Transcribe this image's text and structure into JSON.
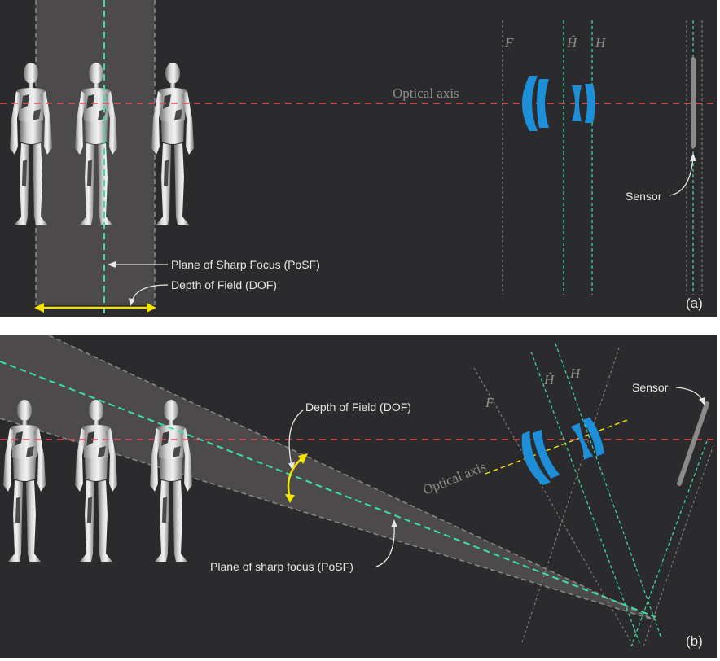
{
  "panel_a": {
    "labels": {
      "optical_axis": "Optical axis",
      "f": "F",
      "h_prime": "Ĥ",
      "h": "H",
      "sensor": "Sensor",
      "posf": "Plane of Sharp Focus (PoSF)",
      "dof": "Depth of Field (DOF)",
      "panel": "(a)"
    }
  },
  "panel_b": {
    "labels": {
      "optical_axis": "Optical axis",
      "f": "F",
      "h_prime": "Ĥ",
      "h": "H",
      "sensor": "Sensor",
      "posf": "Plane of sharp focus (PoSF)",
      "dof": "Depth of Field (DOF)",
      "panel": "(b)"
    }
  },
  "colors": {
    "background": "#2b2b2d",
    "optical_axis": "#e8505b",
    "focus_plane": "#38e0a8",
    "dof_arrow": "#f2e600",
    "lens": "#1d8fd8",
    "guide_line": "#8a8a8a",
    "sensor": "#8a8a8a"
  },
  "icons": [
    "mannequin-figure",
    "lens-element",
    "sensor-bar",
    "curved-arrow",
    "double-arrow"
  ]
}
